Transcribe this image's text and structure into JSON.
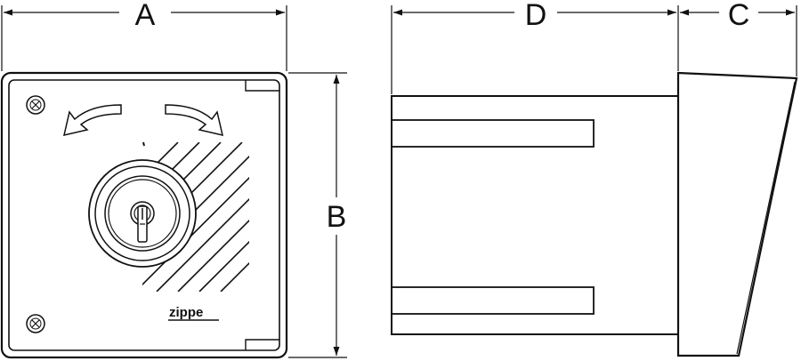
{
  "dimensions": {
    "a": "A",
    "b": "B",
    "c": "C",
    "d": "D"
  },
  "logo": {
    "brand": "zippe"
  },
  "colors": {
    "line": "#111111",
    "background": "#ffffff"
  }
}
